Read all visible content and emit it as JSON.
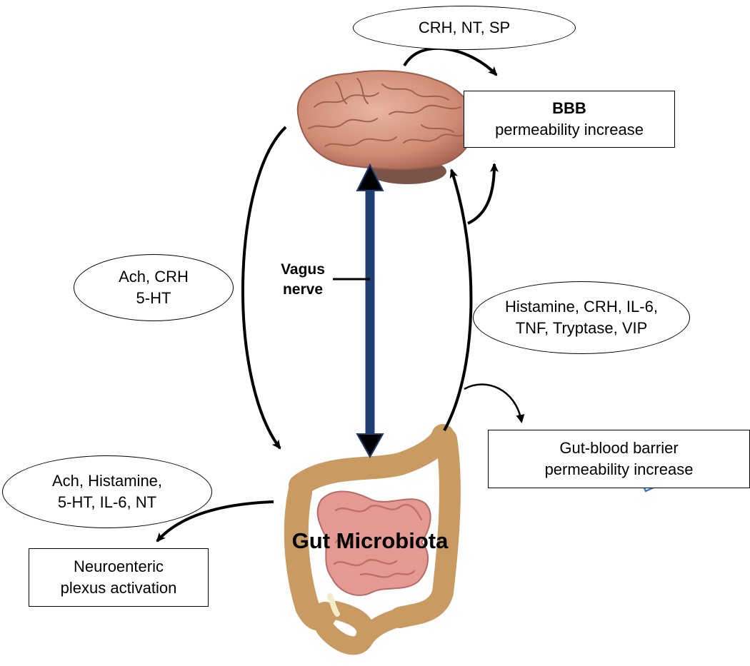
{
  "ovals": {
    "top": "CRH, NT, SP",
    "left_1": "Ach, CRH",
    "left_2": "5-HT",
    "right_1": "Histamine, CRH, IL-6,",
    "right_2": "TNF, Tryptase, VIP",
    "bottom_1": "Ach, Histamine,",
    "bottom_2": "5-HT, IL-6, NT"
  },
  "boxes": {
    "bbb_title": "BBB",
    "bbb_text": "permeability increase",
    "gut_1": "Gut-blood barrier",
    "gut_2": "permeability increase",
    "neuro_1": "Neuroenteric",
    "neuro_2": "plexus activation"
  },
  "labels": {
    "vagus_1": "Vagus",
    "vagus_2": "nerve",
    "gut_microbiota": "Gut Microbiota"
  },
  "colors": {
    "arrow": "#000000",
    "vagus_nerve": "#1f3f73",
    "brain": "#d4937e",
    "colon": "#c99a62",
    "small_intestine": "#e29088"
  },
  "icons": {
    "brain": "brain-icon",
    "gut": "intestine-icon"
  }
}
